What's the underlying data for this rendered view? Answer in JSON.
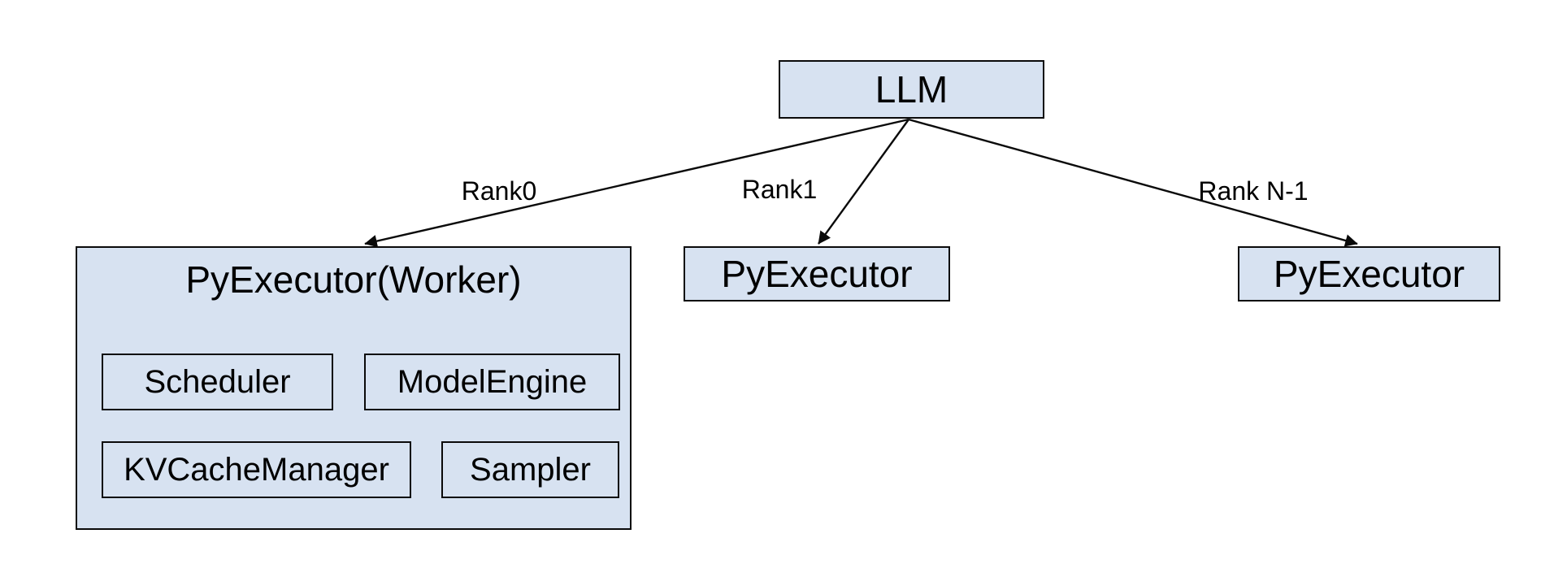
{
  "diagram": {
    "root": {
      "label": "LLM"
    },
    "edges": [
      {
        "label": "Rank0",
        "from": "LLM",
        "to": "PyExecutor(Worker)"
      },
      {
        "label": "Rank1",
        "from": "LLM",
        "to": "PyExecutor"
      },
      {
        "label": "Rank N-1",
        "from": "LLM",
        "to": "PyExecutor"
      }
    ],
    "workers": [
      {
        "label": "PyExecutor(Worker)",
        "components": [
          "Scheduler",
          "ModelEngine",
          "KVCacheManager",
          "Sampler"
        ]
      },
      {
        "label": "PyExecutor"
      },
      {
        "label": "PyExecutor"
      }
    ],
    "colors": {
      "box_fill": "#d7e2f1",
      "box_border": "#0a0a0a",
      "text": "#000000",
      "background": "#ffffff"
    }
  }
}
